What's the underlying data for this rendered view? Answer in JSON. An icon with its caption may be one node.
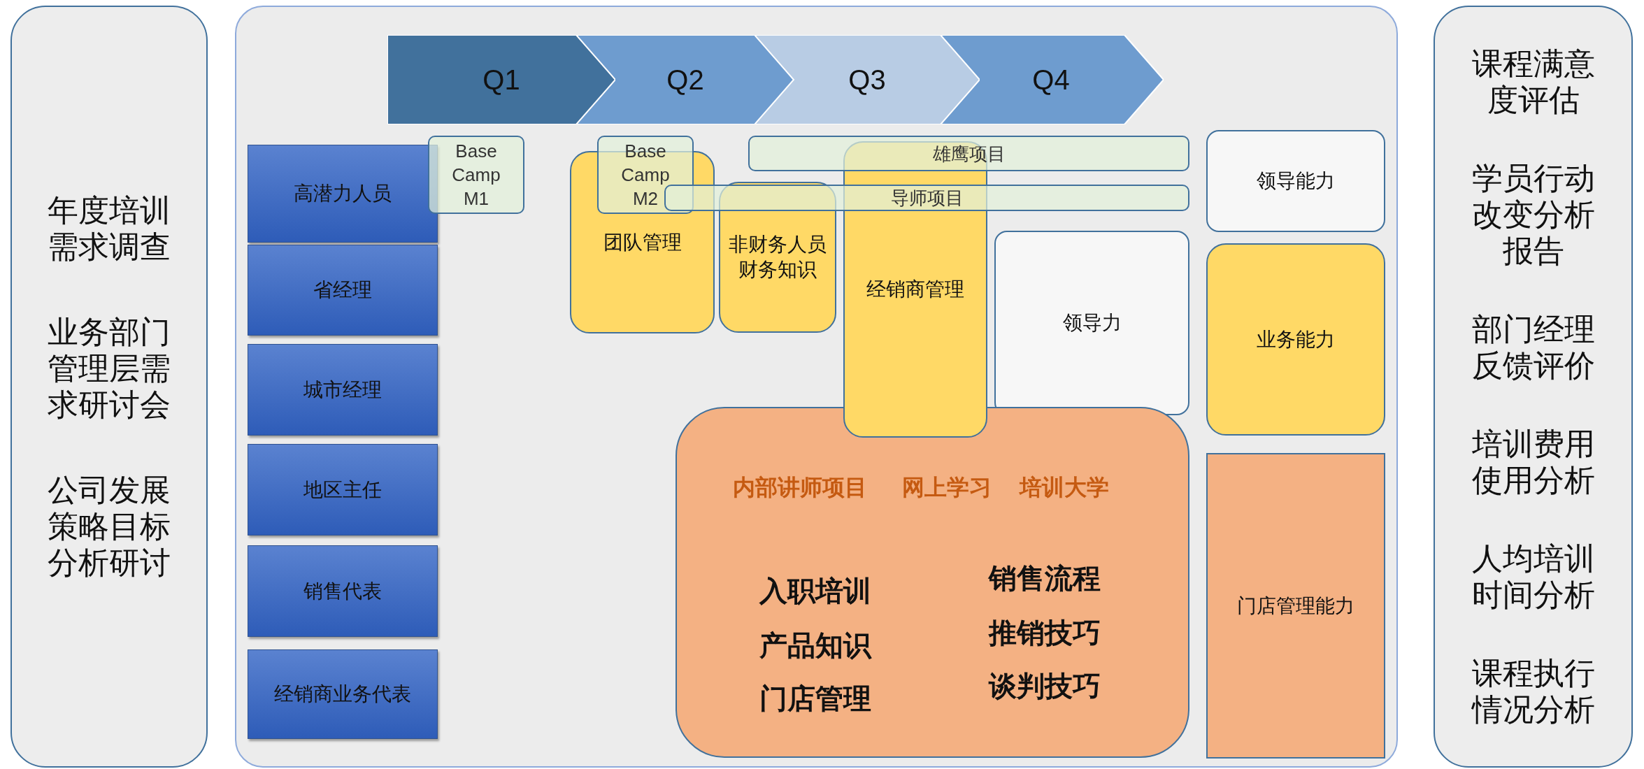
{
  "diagram": {
    "nodes": [
      {
        "text": [
          "年度培训需求调查",
          "业务部门管理层需求研讨会",
          "公司发展策略目标分析研讨"
        ]
      },
      {
        "text": [],
        "shape": "box"
      },
      {
        "text": [
          "课程满意度评估",
          "学员行动改变分析报告",
          "部门经理反馈评价",
          "培训费用使用分析",
          "人均培训时间分析",
          "课程执行情况分析"
        ]
      },
      {
        "text": [
          "Q1"
        ],
        "in": 1
      },
      {
        "text": [
          "Q2"
        ],
        "in": 1
      },
      {
        "text": [
          "Q3"
        ],
        "in": 1
      },
      {
        "text": [
          "Q4"
        ],
        "in": 1
      },
      {
        "text": [
          "高潜力人员"
        ],
        "in": 1
      },
      {
        "text": [
          "省经理"
        ],
        "in": 1
      },
      {
        "text": [
          "城市经理"
        ],
        "in": 1
      },
      {
        "text": [
          "地区主任"
        ],
        "in": 1
      },
      {
        "text": [
          "销售代表"
        ],
        "in": 1
      },
      {
        "text": [
          "经销商业务代表"
        ],
        "in": 1
      },
      {
        "text": [
          "Base Camp M1"
        ],
        "in": 1
      },
      {
        "text": [
          "团队管理"
        ],
        "in": 1
      },
      {
        "text": [
          "Base Camp M2"
        ],
        "in": 1
      },
      {
        "text": [
          "非财务人员财务知识"
        ],
        "in": 1
      },
      {
        "text": [
          "雄鹰项目"
        ],
        "in": 1
      },
      {
        "text": [
          "导师项目"
        ],
        "in": 1
      },
      {
        "text": [
          "经销商管理"
        ],
        "in": 1
      },
      {
        "text": [
          "领导力"
        ],
        "in": 1
      },
      {
        "text": [
          "内部讲师项目",
          "网上学习",
          "培训大学",
          "入职培训",
          "产品知识",
          "门店管理",
          "销售流程",
          "推销技巧",
          "谈判技巧"
        ],
        "in": 1
      },
      {
        "text": [
          "领导能力"
        ],
        "in": 1
      },
      {
        "text": [
          "业务能力"
        ],
        "in": 1
      },
      {
        "text": [
          "门店管理能力"
        ],
        "in": 1
      }
    ]
  }
}
